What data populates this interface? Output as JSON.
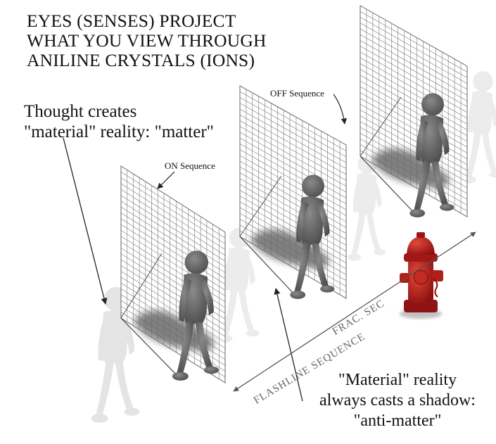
{
  "title": {
    "line1": "EYES (SENSES) PROJECT",
    "line2": "WHAT YOU VIEW THROUGH",
    "line3": "ANILINE CRYSTALS (IONS)"
  },
  "thought": {
    "line1": "Thought creates",
    "line2": "\"material\" reality: \"matter\""
  },
  "material": {
    "line1": "\"Material\" reality",
    "line2": "always casts a shadow:",
    "line3": "\"anti-matter\""
  },
  "labels": {
    "on_sequence": "ON Sequence",
    "off_sequence": "OFF Sequence",
    "frac_sec": "FRAC. SEC",
    "flashline_sequence": "FLASHLINE SEQUENCE"
  },
  "colors": {
    "grid_line": "#777777",
    "figure_dark": "#5f5f5f",
    "figure_ghost": "#e6e6e6",
    "shadow": "#6f6f6f",
    "hydrant": "#b71c1c"
  },
  "icons": {
    "figure": "walking-person-icon",
    "hydrant": "fire-hydrant-icon"
  }
}
